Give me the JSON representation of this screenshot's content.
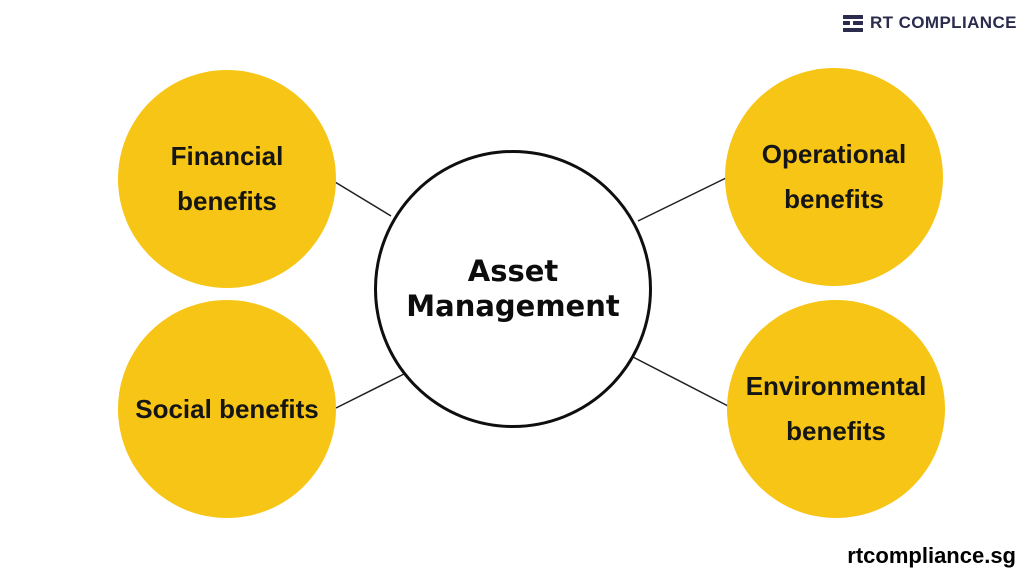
{
  "brand": {
    "logo_text": "RT COMPLIANCE",
    "logo_color": "#2B2B4D",
    "website": "rtcompliance.sg"
  },
  "diagram": {
    "center_node": {
      "line1": "Asset",
      "line2": "Management"
    },
    "nodes": {
      "financial": {
        "line1": "Financial",
        "line2": "benefits"
      },
      "operational": {
        "line1": "Operational",
        "line2": "benefits"
      },
      "social": {
        "line1": "Social benefits",
        "line2": ""
      },
      "environmental": {
        "line1": "Environmental",
        "line2": "benefits"
      }
    },
    "node_fill": "#F7C515",
    "node_text_color": "#151515",
    "connector_color": "#1F1F1F"
  }
}
